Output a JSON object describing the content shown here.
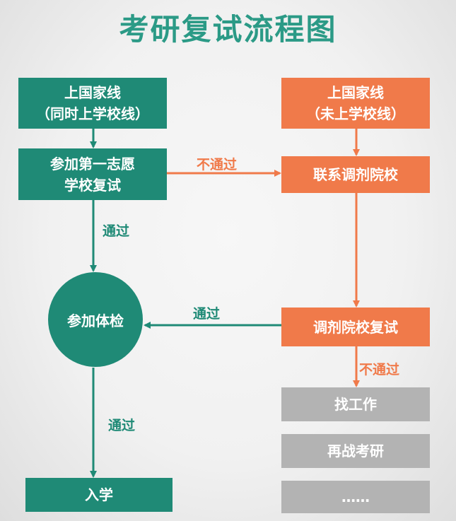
{
  "title": "考研复试流程图",
  "colors": {
    "green": "#1f8a76",
    "title_green": "#2b9a86",
    "orange": "#f07a4a",
    "gray": "#b3b3b3"
  },
  "left": {
    "box1_line1": "上国家线",
    "box1_line2": "（同时上学校线）",
    "box2_line1": "参加第一志愿",
    "box2_line2": "学校复试",
    "circle": "参加体检",
    "box_final": "入学"
  },
  "right": {
    "box1_line1": "上国家线",
    "box1_line2": "（未上学校线）",
    "box2": "联系调剂院校",
    "box3": "调剂院校复试",
    "gray1": "找工作",
    "gray2": "再战考研",
    "gray3": "……"
  },
  "labels": {
    "fail_top": "不通过",
    "pass_left_upper": "通过",
    "pass_middle": "通过",
    "fail_right": "不通过",
    "pass_left_lower": "通过"
  }
}
